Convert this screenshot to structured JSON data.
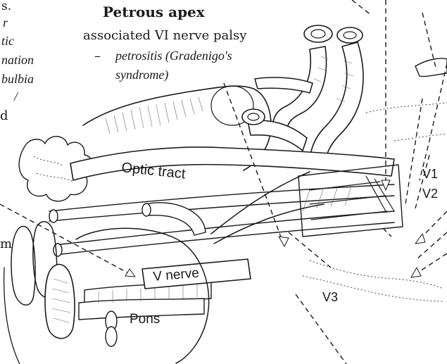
{
  "caption": {
    "title": "Petrous apex",
    "line1": "associated VI nerve palsy",
    "line2_prefix": "–",
    "line2": "petrositis (Gradenigo's",
    "line3": "syndrome)"
  },
  "left_fragments": [
    "s.",
    "r",
    "tic",
    "nation",
    "bulbia",
    "/",
    "d",
    "m"
  ],
  "labels": {
    "optic_tract": "Optic tract",
    "v_nerve": "V nerve",
    "pons": "Pons",
    "v1": "V1",
    "v2": "V2",
    "v3": "V3"
  }
}
